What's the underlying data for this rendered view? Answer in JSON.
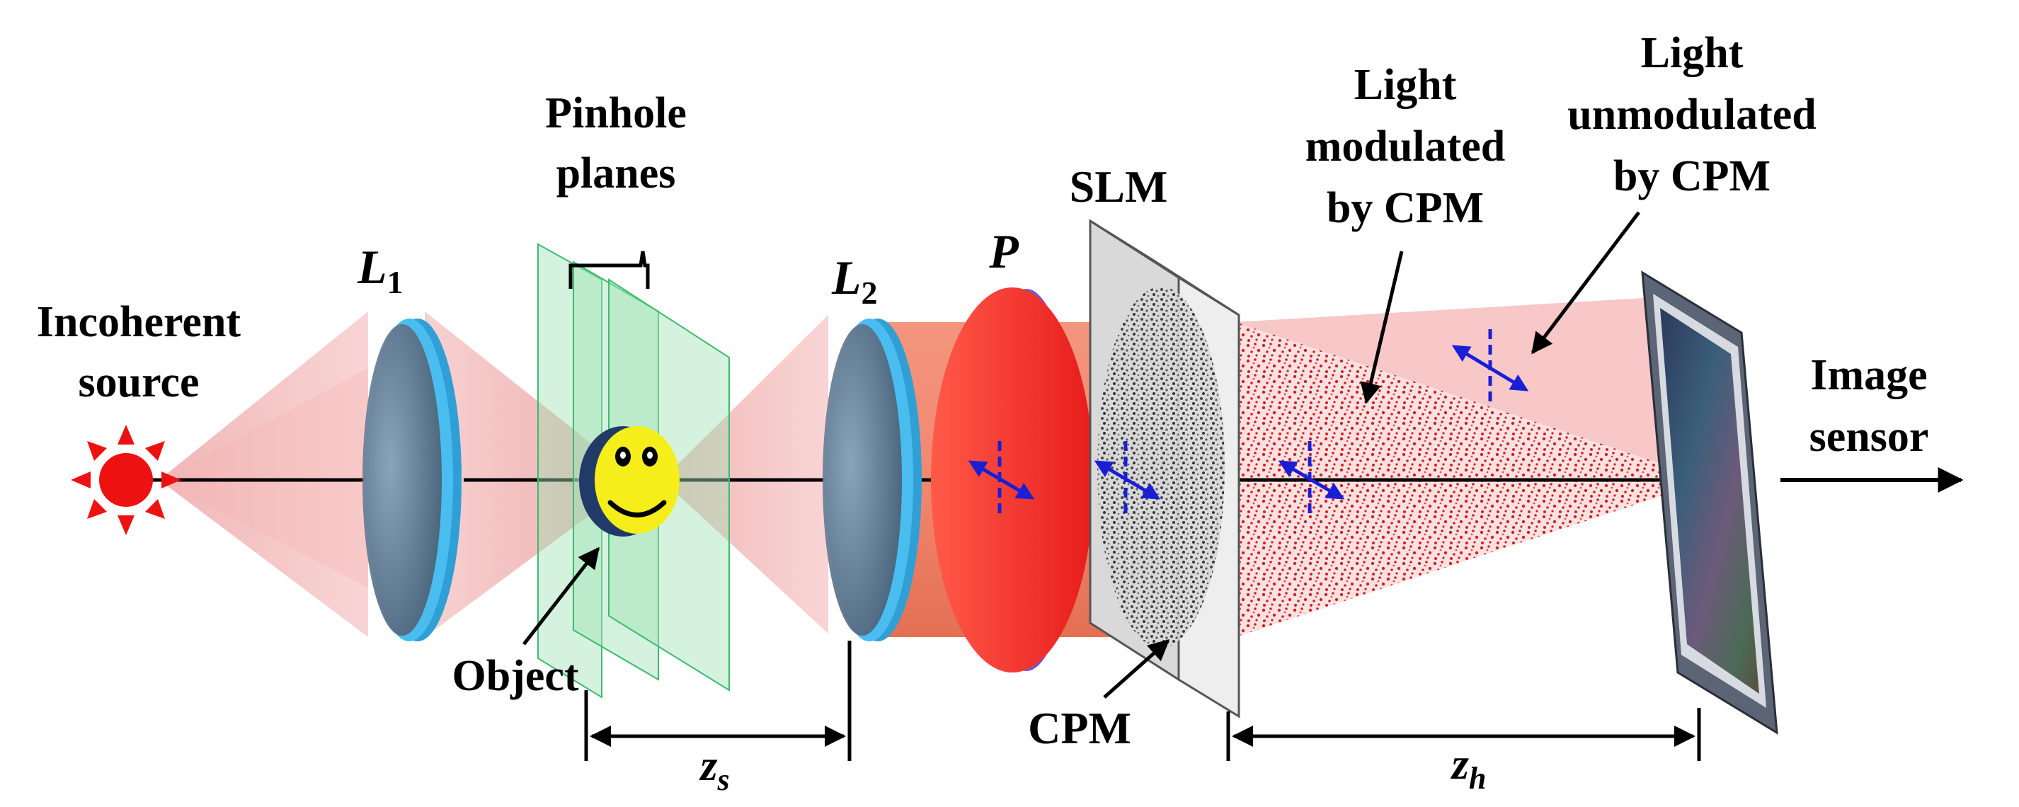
{
  "labels": {
    "source_line1": "Incoherent",
    "source_line2": "source",
    "l1_main": "L",
    "l1_sub": "1",
    "pinhole_line1": "Pinhole",
    "pinhole_line2": "planes",
    "object": "Object",
    "l2_main": "L",
    "l2_sub": "2",
    "polarizer": "P",
    "slm": "SLM",
    "cpm": "CPM",
    "modulated_line1": "Light",
    "modulated_line2": "modulated",
    "modulated_line3": "by CPM",
    "unmodulated_line1": "Light",
    "unmodulated_line2": "unmodulated",
    "unmodulated_line3": "by CPM",
    "sensor_line1": "Image",
    "sensor_line2": "sensor",
    "zs_main": "z",
    "zs_sub": "s",
    "zh_main": "z",
    "zh_sub": "h"
  },
  "colors": {
    "source": "#ee1111",
    "lens_rim": "#3fb4ea",
    "lens_face": "#5a6f84",
    "pinhole_plane": "#7fd9a0",
    "object_face": "#f5ee1a",
    "beam": "#ef8a8a",
    "polarizer": "#ee2a2a",
    "polarization_arrow": "#1a1fd6",
    "slm_frame": "#d9d9d9",
    "sensor_frame": "#5c6575",
    "axis": "#000000"
  },
  "icons": {
    "source": "sun-icon",
    "object": "smiley-icon",
    "polarization": "polarization-arrow-icon"
  }
}
